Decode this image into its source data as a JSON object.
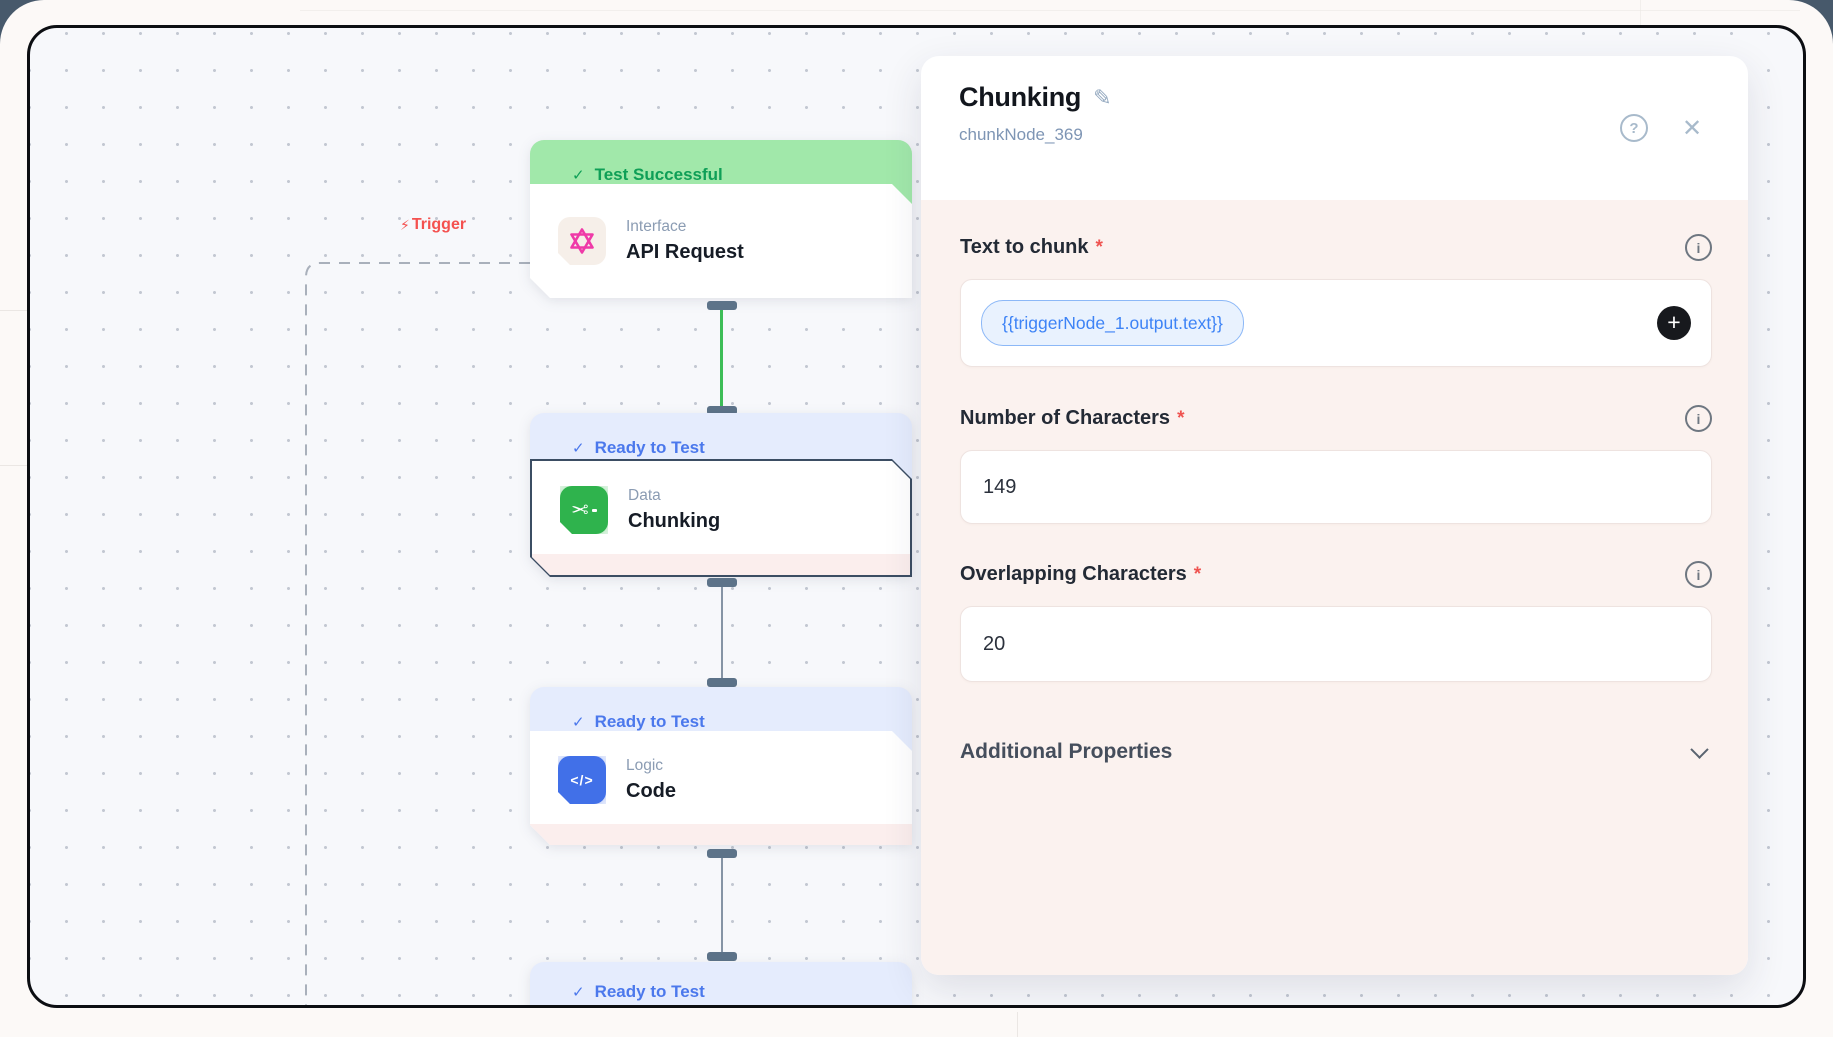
{
  "canvas": {
    "trigger_label": "Trigger",
    "nodes": [
      {
        "status": "Test Successful",
        "status_type": "success",
        "category": "Interface",
        "title": "API Request",
        "icon": "hexagram-icon"
      },
      {
        "status": "Ready to Test",
        "status_type": "ready",
        "category": "Data",
        "title": "Chunking",
        "icon": "scissors-icon",
        "selected": true
      },
      {
        "status": "Ready to Test",
        "status_type": "ready",
        "category": "Logic",
        "title": "Code",
        "icon": "code-icon"
      },
      {
        "status": "Ready to Test",
        "status_type": "ready",
        "partial": true
      }
    ]
  },
  "panel": {
    "title": "Chunking",
    "node_id": "chunkNode_369",
    "fields": [
      {
        "label": "Text to chunk",
        "required": "*",
        "value": "{{triggerNode_1.output.text}}"
      },
      {
        "label": "Number of Characters",
        "required": "*",
        "value": "149"
      },
      {
        "label": "Overlapping Characters",
        "required": "*",
        "value": "20"
      }
    ],
    "additional_properties_label": "Additional Properties"
  },
  "icons": {
    "check": "✓",
    "bolt": "⚡",
    "close": "✕",
    "pencil": "✎",
    "question": "?",
    "info": "i",
    "plus": "+",
    "scissors": "✂",
    "code_glyph": "</>"
  },
  "colors": {
    "success_bg": "#a1e8aa",
    "success_text": "#0f9f57",
    "ready_bg": "#e5ecfd",
    "ready_text": "#4b78ec",
    "selected_border": "#3b4d63",
    "wire_success": "#3dbd57",
    "wire_idle": "#8694a5",
    "trigger_red": "#f4514f",
    "panel_body_bg": "#fbf2ef",
    "pill_bg": "#e9f2fe",
    "pill_border": "#8cb8f7",
    "pill_text": "#3d83f6",
    "icon_api": "#ef3aa8",
    "icon_chunk": "#2fb34d",
    "icon_code": "#4170e8"
  }
}
